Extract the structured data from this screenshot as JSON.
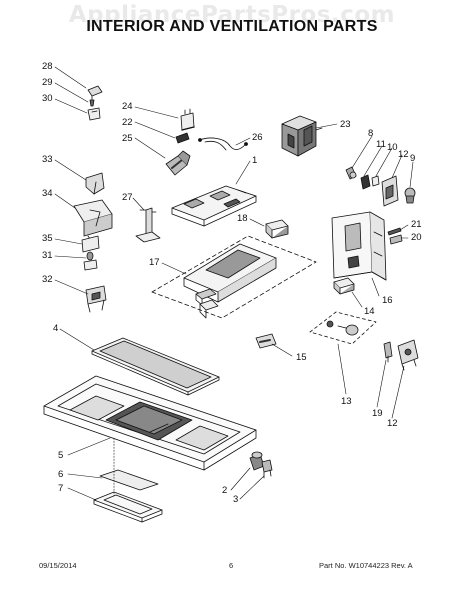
{
  "watermark": "AppliancePartsPros.com",
  "title": "INTERIOR AND VENTILATION PARTS",
  "footer": {
    "date": "09/15/2014",
    "page": "6",
    "part_number": "Part No.  W10744223  Rev. A"
  },
  "callouts": {
    "c28": "28",
    "c29": "29",
    "c30": "30",
    "c24": "24",
    "c22": "22",
    "c25": "25",
    "c26": "26",
    "c23": "23",
    "c8": "8",
    "c11": "11",
    "c10": "10",
    "c12a": "12",
    "c9": "9",
    "c33": "33",
    "c1": "1",
    "c34": "34",
    "c27": "27",
    "c18": "18",
    "c21": "21",
    "c20": "20",
    "c35": "35",
    "c31": "31",
    "c17": "17",
    "c32": "32",
    "c16": "16",
    "c14": "14",
    "c4": "4",
    "c15": "15",
    "c13": "13",
    "c19": "19",
    "c12b": "12",
    "c5": "5",
    "c6": "6",
    "c2": "2",
    "c3": "3",
    "c7": "7"
  }
}
